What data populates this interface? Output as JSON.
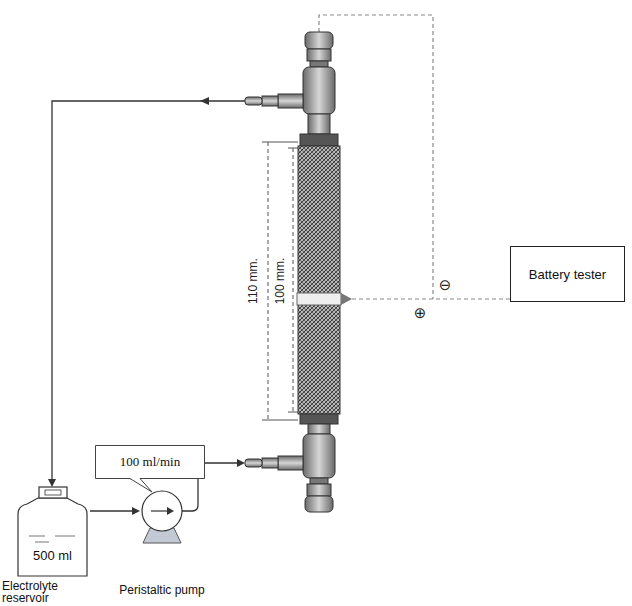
{
  "diagram": {
    "nodes": [
      {
        "text": [
          "Battery tester"
        ]
      },
      {
        "text": [
          "100 ml/min"
        ]
      },
      {
        "text": [
          "500 ml",
          "Electrolyte reservoir"
        ]
      },
      {
        "text": [
          "Peristaltic pump"
        ]
      }
    ],
    "edges": [
      {
        "from": 2,
        "to": 3,
        "arrow": "to"
      }
    ],
    "labels": [
      "110 mm.",
      "100 mm.",
      "⊖",
      "⊕"
    ]
  }
}
